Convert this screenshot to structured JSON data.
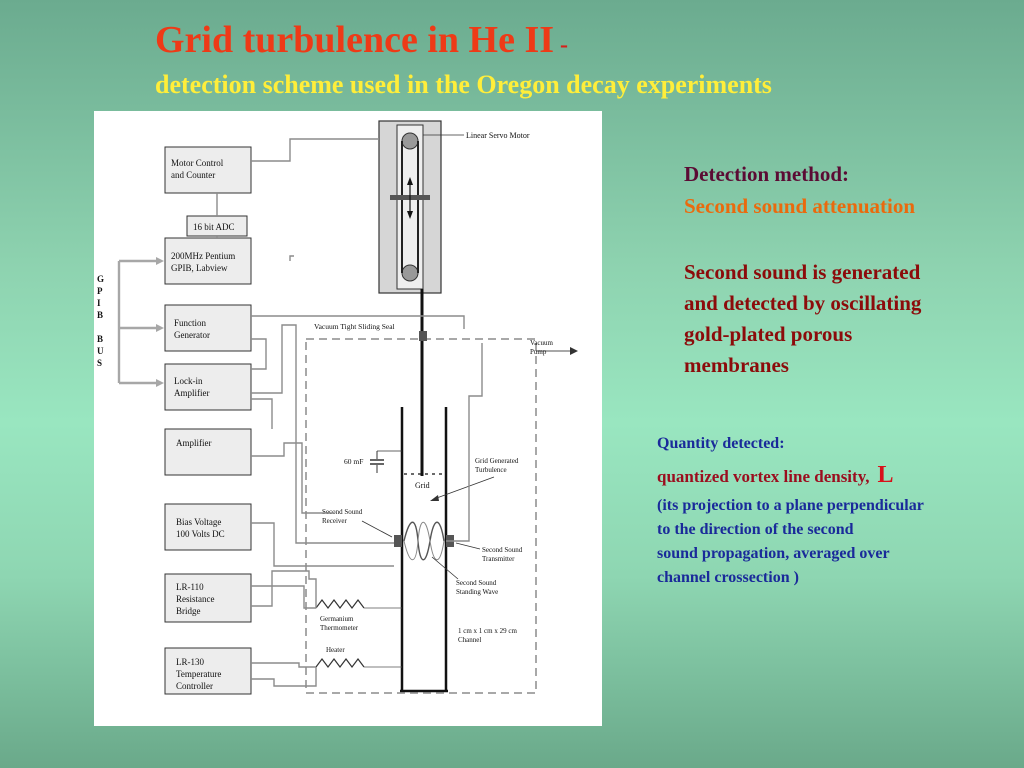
{
  "header": {
    "title": "Grid turbulence in He II",
    "dash": "-",
    "subtitle": "detection scheme used in the Oregon decay experiments"
  },
  "diagram": {
    "blocks": {
      "motor_control": [
        "Motor Control",
        "and Counter"
      ],
      "adc": "16 bit ADC",
      "pentium": [
        "200MHz Pentium",
        "GPIB, Labview"
      ],
      "function_generator": [
        "Function",
        "Generator"
      ],
      "lockin": [
        "Lock-in",
        "Amplifier"
      ],
      "amplifier": "Amplifier",
      "bias": [
        "Bias Voltage",
        "100 Volts DC"
      ],
      "lr110": [
        "LR-110",
        "Resistance",
        "Bridge"
      ],
      "lr130": [
        "LR-130",
        "Temperature",
        "Controller"
      ]
    },
    "gpib_letters": [
      "G",
      "P",
      "I",
      "B",
      "",
      "B",
      "U",
      "S"
    ],
    "labels": {
      "servo": "Linear Servo Motor",
      "seal": "Vacuum Tight Sliding Seal",
      "pump": [
        "Vacuum",
        "Pump"
      ],
      "capacitor": "60 mF",
      "grid": "Grid",
      "grid_turbulence": [
        "Grid Generated",
        "Turbulence"
      ],
      "receiver": [
        "Second Sound",
        "Receiver"
      ],
      "transmitter": [
        "Second Sound",
        "Transmitter"
      ],
      "standing_wave": [
        "Second Sound",
        "Standing Wave"
      ],
      "thermometer": [
        "Germanium",
        "Thermometer"
      ],
      "heater": "Heater",
      "channel": [
        "1 cm x 1 cm x 29 cm",
        "Channel"
      ]
    }
  },
  "detection": {
    "heading": "Detection method:",
    "method": "Second sound attenuation",
    "body": [
      "Second sound is generated",
      "and detected  by oscillating",
      "gold-plated porous",
      "membranes"
    ]
  },
  "quantity": {
    "heading": "Quantity detected:",
    "line": "quantized vortex line density,",
    "symbol": "L",
    "desc": [
      "(its projection to a plane perpendicular",
      "to the direction of the second",
      "sound propagation, averaged over",
      "channel crossection )"
    ]
  },
  "colors": {
    "title": "#ee3a17",
    "subtitle": "#ffee3a",
    "method": "#ea6a0d",
    "body": "#8c0b0b",
    "quantity": "#1a2a9a",
    "background": "#8ed3b0"
  }
}
